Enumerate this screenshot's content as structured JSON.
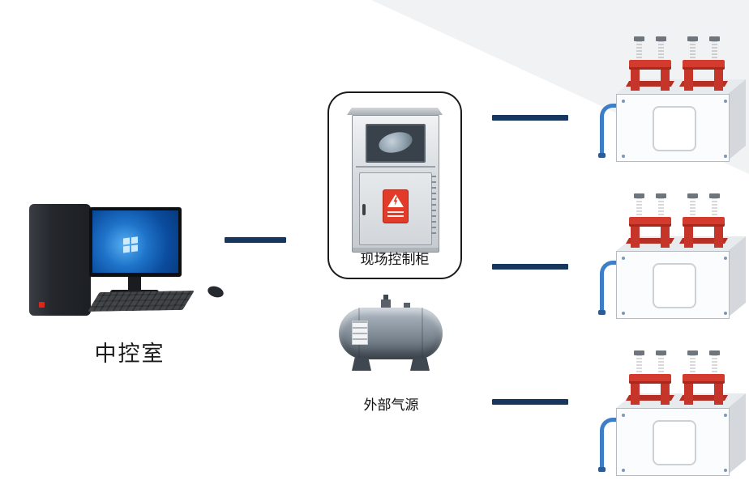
{
  "diagram": {
    "nodes": {
      "control_room": {
        "label": "中控室"
      },
      "field_cabinet": {
        "label": "现场控制柜"
      },
      "air_source": {
        "label": "外部气源"
      },
      "clamp_units": {
        "count": 3
      }
    },
    "connections": [
      {
        "from": "control_room",
        "to": "field_cabinet"
      },
      {
        "from": "field_cabinet",
        "to": "clamp_unit_1"
      },
      {
        "from": "field_cabinet",
        "to": "clamp_unit_2"
      },
      {
        "from": "air_source",
        "to": "clamp_unit_3"
      }
    ],
    "colors": {
      "connector": "#17375e",
      "background_wedge": "#f1f2f3",
      "clamp_red": "#d23b2e",
      "hose_blue": "#3d7ec9",
      "warning_sign_red": "#e23b2a",
      "tank_gray": "#79848f"
    }
  }
}
